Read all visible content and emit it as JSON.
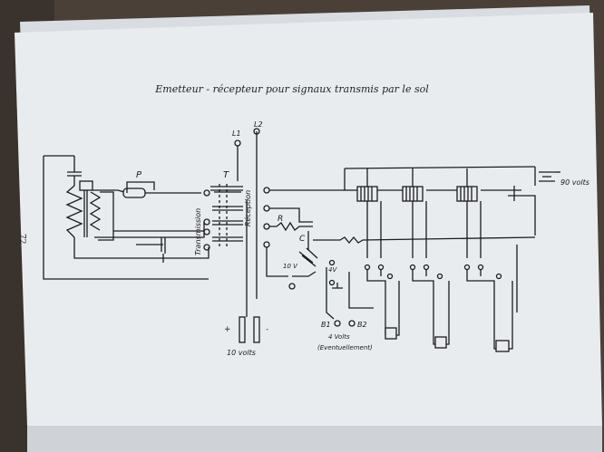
{
  "page": {
    "title": "Emetteur - récepteur pour signaux transmis par le sol",
    "page_number": "72"
  },
  "labels": {
    "P": "P",
    "T": "T",
    "L1": "L1",
    "L2": "L2",
    "transmission": "Transmission",
    "reception": "Réception",
    "R": "R",
    "C": "C",
    "ten_volts_side": "10 V",
    "four_v": "4V",
    "plus": "+",
    "minus": "-",
    "ten_volts": "10 volts",
    "ninety_volts": "90 volts",
    "B1": "B1",
    "B2": "B2",
    "four_volts": "4 Volts",
    "eventuellement": "(Eventuellement)"
  },
  "colors": {
    "background": "#4a4038",
    "paper": "#e9ecef",
    "paper_edge": "#d9dde2",
    "ink": "#1c1c1c"
  }
}
